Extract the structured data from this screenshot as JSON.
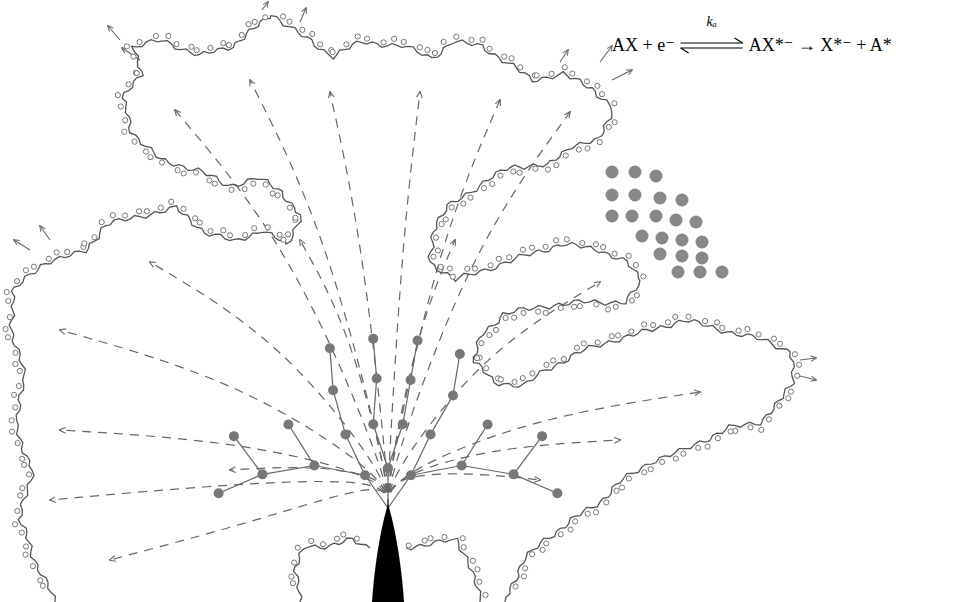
{
  "diagram": {
    "labels": [
      "AX + e⁻",
      "kₐ",
      "AX*⁻ → X*⁻ + A*"
    ]
  }
}
